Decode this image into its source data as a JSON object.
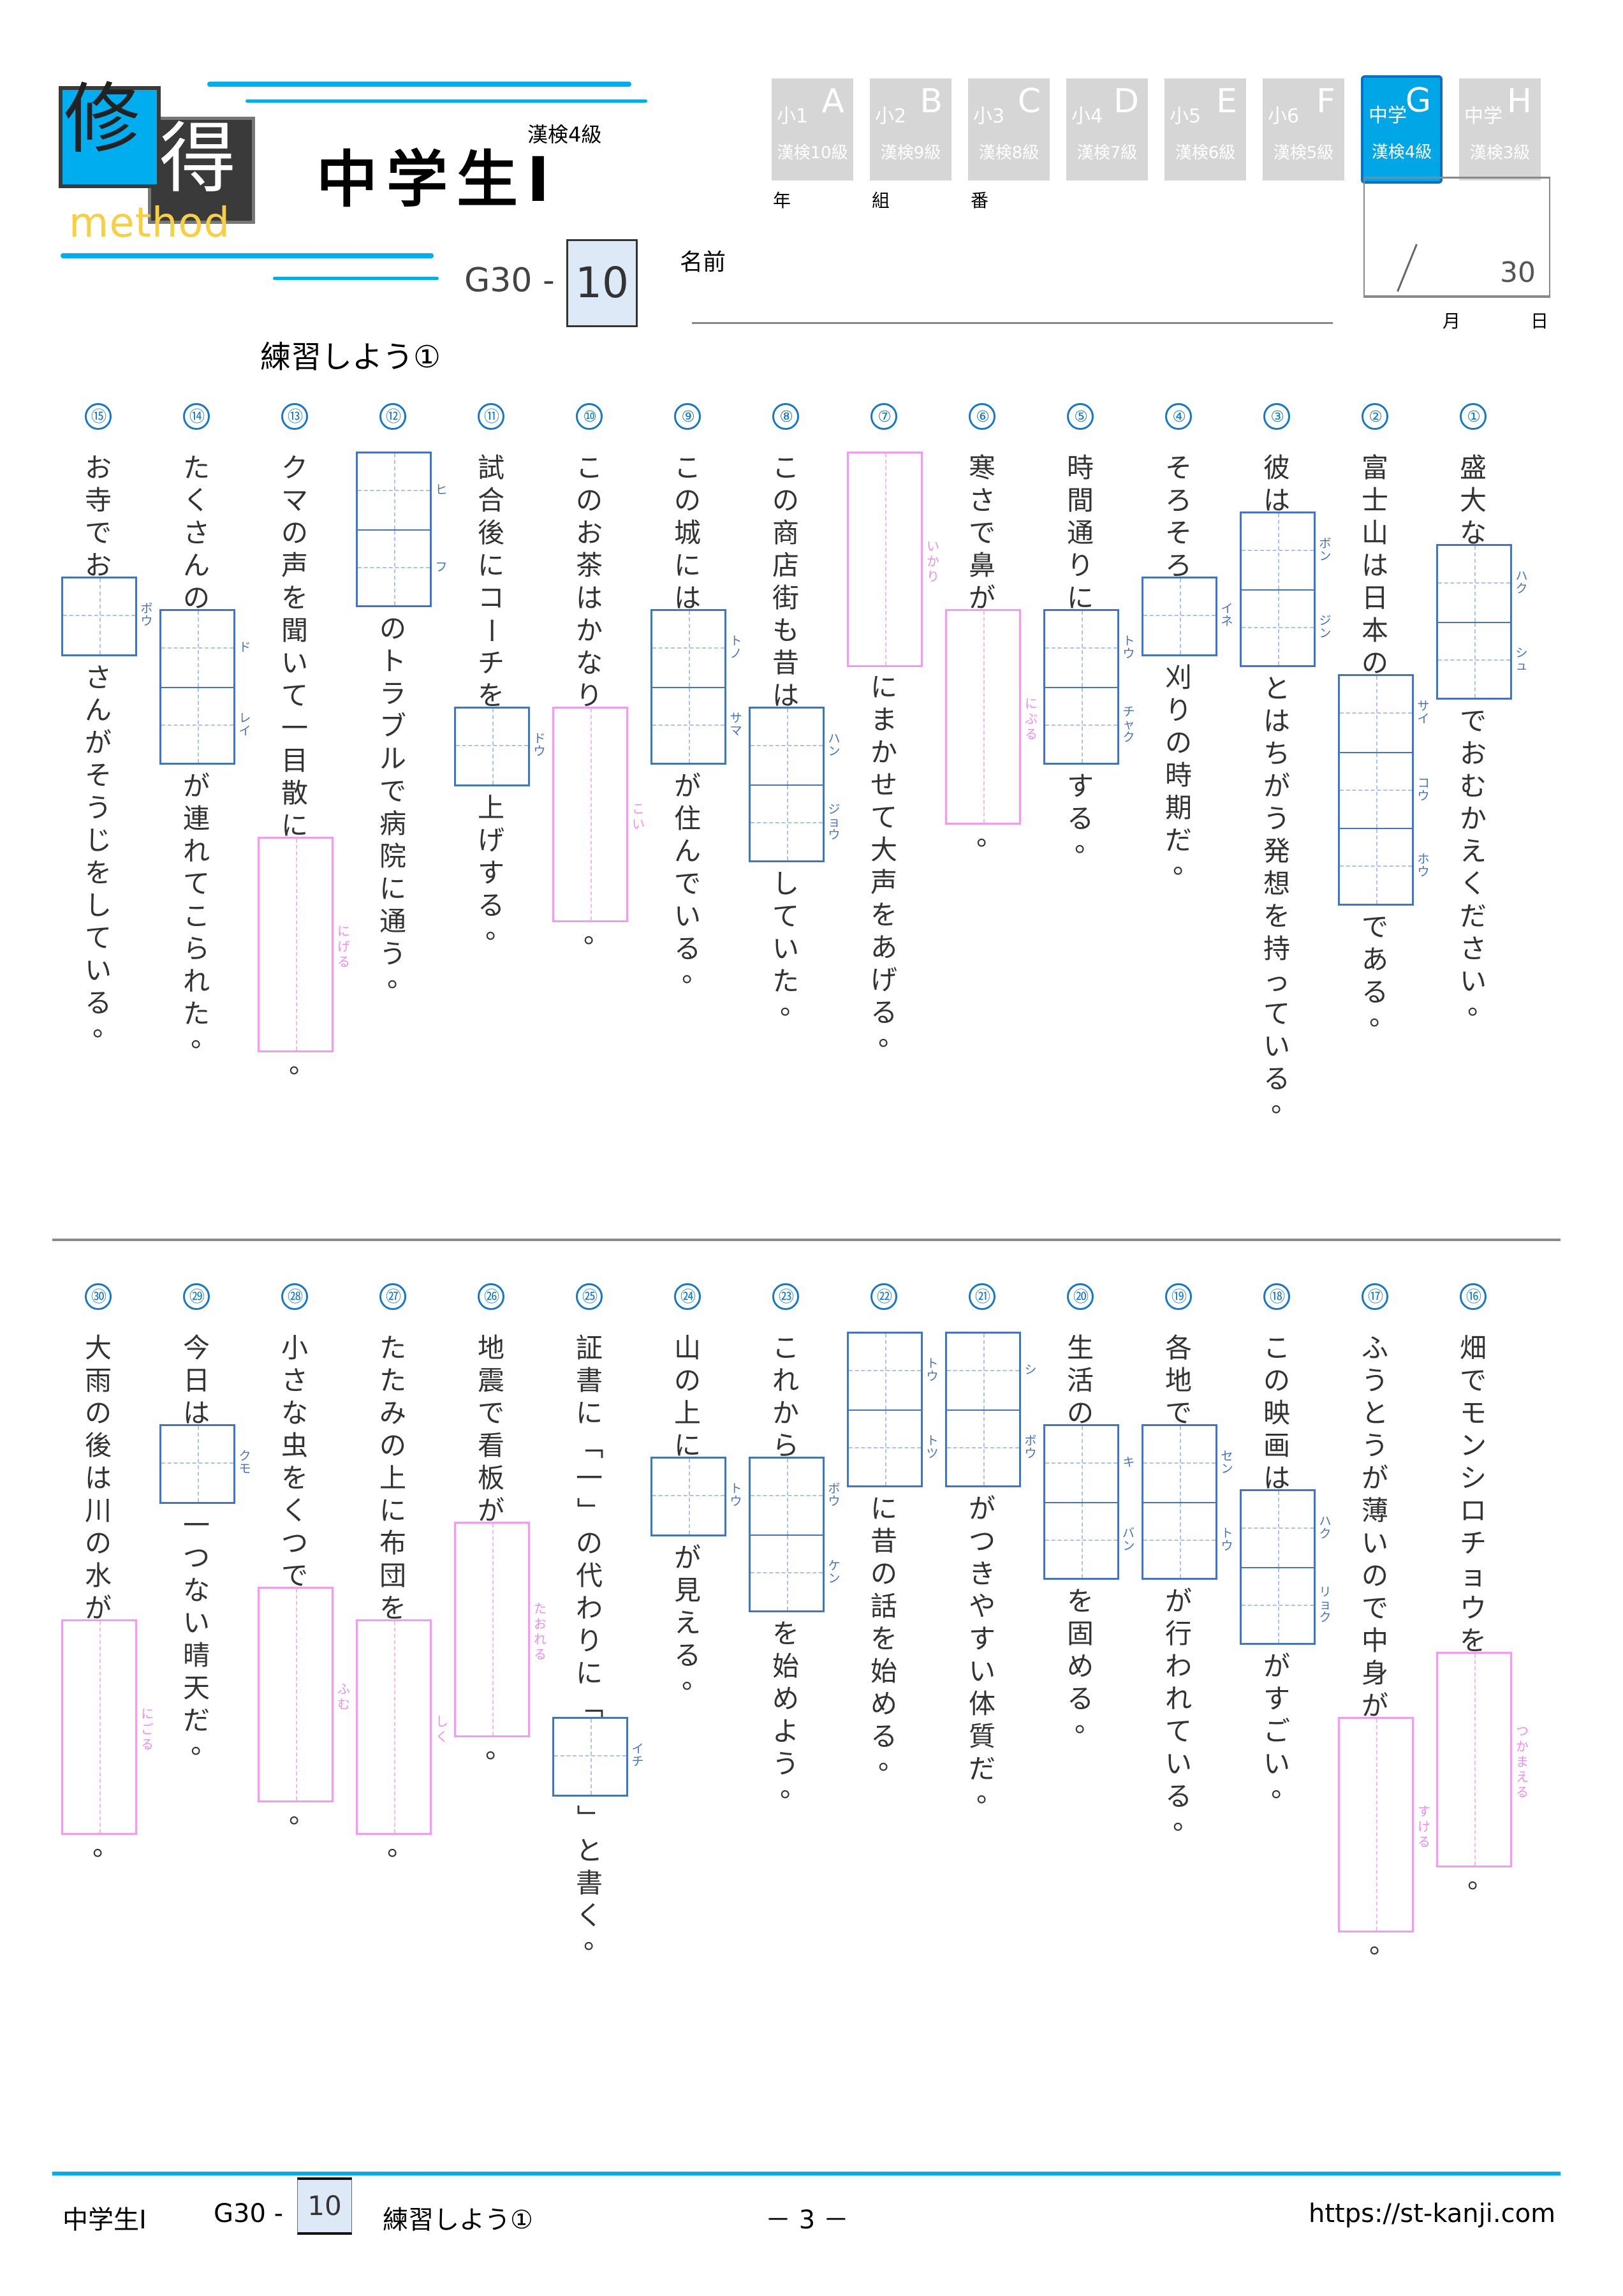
{
  "header": {
    "logo": {
      "kanji1": "修",
      "kanji2": "得",
      "word": "method"
    },
    "title": "中学生Ⅰ",
    "level": "漢検4級",
    "code_prefix": "G30 -",
    "code_number": "10",
    "subtitle": "練習しよう①",
    "tabs": [
      {
        "grade": "小1",
        "letter": "A",
        "kanken": "漢検10級",
        "active": false
      },
      {
        "grade": "小2",
        "letter": "B",
        "kanken": "漢検9級",
        "active": false
      },
      {
        "grade": "小3",
        "letter": "C",
        "kanken": "漢検8級",
        "active": false
      },
      {
        "grade": "小4",
        "letter": "D",
        "kanken": "漢検7級",
        "active": false
      },
      {
        "grade": "小5",
        "letter": "E",
        "kanken": "漢検6級",
        "active": false
      },
      {
        "grade": "小6",
        "letter": "F",
        "kanken": "漢検5級",
        "active": false
      },
      {
        "grade": "中学",
        "letter": "G",
        "kanken": "漢検4級",
        "active": true
      },
      {
        "grade": "中学",
        "letter": "H",
        "kanken": "漢検3級",
        "active": false
      }
    ],
    "student_info": {
      "year": "年",
      "class": "組",
      "number": "番",
      "name": "名前"
    },
    "score": {
      "total": "30",
      "month": "月",
      "day": "日"
    }
  },
  "questions": [
    {
      "num": "①",
      "row": 0,
      "col": 0,
      "segments": [
        {
          "text": "盛大な"
        },
        {
          "box": "kanji",
          "readings": [
            "ハク",
            "シュ"
          ]
        },
        {
          "text": "でおむかえください。"
        }
      ]
    },
    {
      "num": "②",
      "row": 0,
      "col": 1,
      "segments": [
        {
          "text": "富士山は日本の"
        },
        {
          "box": "kanji",
          "readings": [
            "サイ",
            "コウ",
            "ホウ"
          ]
        },
        {
          "text": "である。"
        }
      ]
    },
    {
      "num": "③",
      "row": 0,
      "col": 2,
      "segments": [
        {
          "text": "彼は"
        },
        {
          "box": "kanji",
          "readings": [
            "ボン",
            "ジン"
          ]
        },
        {
          "text": "とはちがう発想を持っている。"
        }
      ]
    },
    {
      "num": "④",
      "row": 0,
      "col": 3,
      "segments": [
        {
          "text": "そろそろ"
        },
        {
          "box": "kanji",
          "readings": [
            "イネ"
          ]
        },
        {
          "text": "刈りの時期だ。"
        }
      ]
    },
    {
      "num": "⑤",
      "row": 0,
      "col": 4,
      "segments": [
        {
          "text": "時間通りに"
        },
        {
          "box": "kanji",
          "readings": [
            "トウ",
            "チャク"
          ]
        },
        {
          "text": "する。"
        }
      ]
    },
    {
      "num": "⑥",
      "row": 0,
      "col": 5,
      "segments": [
        {
          "text": "寒さで鼻が"
        },
        {
          "box": "hira",
          "reading": "にぶる"
        },
        {
          "text": "。"
        }
      ]
    },
    {
      "num": "⑦",
      "row": 0,
      "col": 6,
      "segments": [
        {
          "box": "hira",
          "reading": "いかり"
        },
        {
          "text": "にまかせて大声をあげる。"
        }
      ]
    },
    {
      "num": "⑧",
      "row": 0,
      "col": 7,
      "segments": [
        {
          "text": "この商店街も昔は"
        },
        {
          "box": "kanji",
          "readings": [
            "ハン",
            "ジョウ"
          ]
        },
        {
          "text": "していた。"
        }
      ]
    },
    {
      "num": "⑨",
      "row": 0,
      "col": 8,
      "segments": [
        {
          "text": "この城には"
        },
        {
          "box": "kanji",
          "readings": [
            "トノ",
            "サマ"
          ]
        },
        {
          "text": "が住んでいる。"
        }
      ]
    },
    {
      "num": "⑩",
      "row": 0,
      "col": 9,
      "segments": [
        {
          "text": "このお茶はかなり"
        },
        {
          "box": "hira",
          "reading": "こい"
        },
        {
          "text": "。"
        }
      ]
    },
    {
      "num": "⑪",
      "row": 0,
      "col": 10,
      "segments": [
        {
          "text": "試合後にコーチを"
        },
        {
          "box": "kanji",
          "readings": [
            "ドウ"
          ]
        },
        {
          "text": "上げする。"
        }
      ]
    },
    {
      "num": "⑫",
      "row": 0,
      "col": 11,
      "segments": [
        {
          "box": "kanji",
          "readings": [
            "ヒ",
            "フ"
          ]
        },
        {
          "text": "のトラブルで病院に通う。"
        }
      ]
    },
    {
      "num": "⑬",
      "row": 0,
      "col": 12,
      "segments": [
        {
          "text": "クマの声を聞いて一目散に"
        },
        {
          "box": "hira",
          "reading": "にげる"
        },
        {
          "text": "。"
        }
      ]
    },
    {
      "num": "⑭",
      "row": 0,
      "col": 13,
      "segments": [
        {
          "text": "たくさんの"
        },
        {
          "box": "kanji",
          "readings": [
            "ド",
            "レイ"
          ]
        },
        {
          "text": "が連れてこられた。"
        }
      ]
    },
    {
      "num": "⑮",
      "row": 0,
      "col": 14,
      "segments": [
        {
          "text": "お寺でお"
        },
        {
          "box": "kanji",
          "readings": [
            "ボウ"
          ]
        },
        {
          "text": "さんがそうじをしている。"
        }
      ]
    },
    {
      "num": "⑯",
      "row": 1,
      "col": 0,
      "segments": [
        {
          "text": "畑でモンシロチョウを"
        },
        {
          "box": "hira",
          "reading": "つかまえる"
        },
        {
          "text": "。"
        }
      ]
    },
    {
      "num": "⑰",
      "row": 1,
      "col": 1,
      "segments": [
        {
          "text": "ふうとうが薄いので中身が"
        },
        {
          "box": "hira",
          "reading": "すける"
        },
        {
          "text": "。"
        }
      ]
    },
    {
      "num": "⑱",
      "row": 1,
      "col": 2,
      "segments": [
        {
          "text": "この映画は"
        },
        {
          "box": "kanji",
          "readings": [
            "ハク",
            "リョク"
          ]
        },
        {
          "text": "がすごい。"
        }
      ]
    },
    {
      "num": "⑲",
      "row": 1,
      "col": 3,
      "segments": [
        {
          "text": "各地で"
        },
        {
          "box": "kanji",
          "readings": [
            "セン",
            "トウ"
          ]
        },
        {
          "text": "が行われている。"
        }
      ]
    },
    {
      "num": "⑳",
      "row": 1,
      "col": 4,
      "segments": [
        {
          "text": "生活の"
        },
        {
          "box": "kanji",
          "readings": [
            "キ",
            "バン"
          ]
        },
        {
          "text": "を固める。"
        }
      ]
    },
    {
      "num": "㉑",
      "row": 1,
      "col": 5,
      "segments": [
        {
          "box": "kanji",
          "readings": [
            "シ",
            "ボウ"
          ]
        },
        {
          "text": "がつきやすい体質だ。"
        }
      ]
    },
    {
      "num": "㉒",
      "row": 1,
      "col": 6,
      "segments": [
        {
          "box": "kanji",
          "readings": [
            "トウ",
            "トツ"
          ]
        },
        {
          "text": "に昔の話を始める。"
        }
      ]
    },
    {
      "num": "㉓",
      "row": 1,
      "col": 7,
      "segments": [
        {
          "text": "これから"
        },
        {
          "box": "kanji",
          "readings": [
            "ボウ",
            "ケン"
          ]
        },
        {
          "text": "を始めよう。"
        }
      ]
    },
    {
      "num": "㉔",
      "row": 1,
      "col": 8,
      "segments": [
        {
          "text": "山の上に"
        },
        {
          "box": "kanji",
          "readings": [
            "トウ"
          ]
        },
        {
          "text": "が見える。"
        }
      ]
    },
    {
      "num": "㉕",
      "row": 1,
      "col": 9,
      "segments": [
        {
          "text": "証書に「一」の代わりに「"
        },
        {
          "box": "kanji",
          "readings": [
            "イチ"
          ]
        },
        {
          "text": "」と書く。"
        }
      ]
    },
    {
      "num": "㉖",
      "row": 1,
      "col": 10,
      "segments": [
        {
          "text": "地震で看板が"
        },
        {
          "box": "hira",
          "reading": "たおれる"
        },
        {
          "text": "。"
        }
      ]
    },
    {
      "num": "㉗",
      "row": 1,
      "col": 11,
      "segments": [
        {
          "text": "たたみの上に布団を"
        },
        {
          "box": "hira",
          "reading": "しく"
        },
        {
          "text": "。"
        }
      ]
    },
    {
      "num": "㉘",
      "row": 1,
      "col": 12,
      "segments": [
        {
          "text": "小さな虫をくつで"
        },
        {
          "box": "hira",
          "reading": "ふむ"
        },
        {
          "text": "。"
        }
      ]
    },
    {
      "num": "㉙",
      "row": 1,
      "col": 13,
      "segments": [
        {
          "text": "今日は"
        },
        {
          "box": "kanji",
          "readings": [
            "クモ"
          ]
        },
        {
          "text": "一つない晴天だ。"
        }
      ]
    },
    {
      "num": "㉚",
      "row": 1,
      "col": 14,
      "segments": [
        {
          "text": "大雨の後は川の水が"
        },
        {
          "box": "hira",
          "reading": "にごる"
        },
        {
          "text": "。"
        }
      ]
    }
  ],
  "footer": {
    "title": "中学生Ⅰ",
    "code_prefix": "G30 -",
    "code_number": "10",
    "subtitle": "練習しよう①",
    "page": "－ 3 －",
    "url": "https://st-kanji.com"
  },
  "colors": {
    "accent_blue": "#00aeef",
    "kanji_box": "#4472c4",
    "hira_box": "#f39bf0",
    "number_blue": "#1677c8",
    "tab_inactive": "#d6d6d6",
    "tab_active": "#00a6e6",
    "code_box_fill": "#dde9f6",
    "logo_yellow": "#f7cf45"
  }
}
